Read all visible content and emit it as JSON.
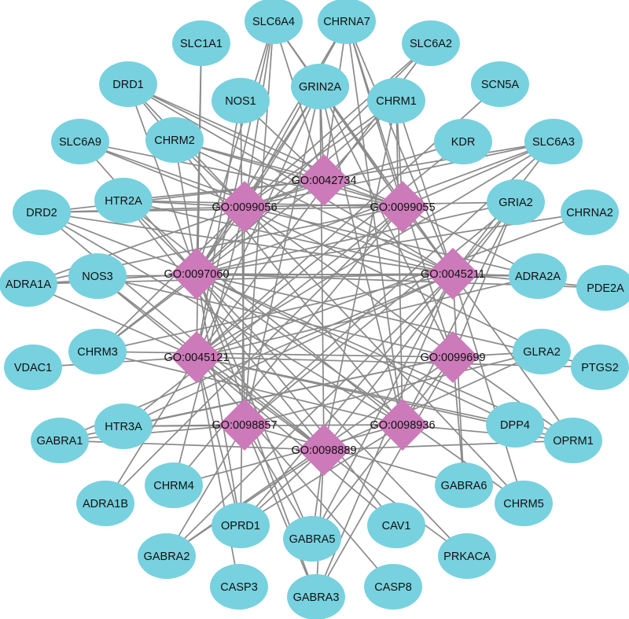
{
  "colors": {
    "gene_fill": "#78d1de",
    "go_fill": "#cc7ab9",
    "edge": "#8a8a8a",
    "label": "#111111"
  },
  "genes": [
    {
      "id": "SLC6A4",
      "label": "SLC6A4"
    },
    {
      "id": "CHRNA7",
      "label": "CHRNA7"
    },
    {
      "id": "SLC1A1",
      "label": "SLC1A1"
    },
    {
      "id": "SLC6A2",
      "label": "SLC6A2"
    },
    {
      "id": "DRD1",
      "label": "DRD1"
    },
    {
      "id": "GRIN2A",
      "label": "GRIN2A"
    },
    {
      "id": "NOS1",
      "label": "NOS1"
    },
    {
      "id": "CHRM1",
      "label": "CHRM1"
    },
    {
      "id": "SCN5A",
      "label": "SCN5A"
    },
    {
      "id": "SLC6A9",
      "label": "SLC6A9"
    },
    {
      "id": "CHRM2",
      "label": "CHRM2"
    },
    {
      "id": "KDR",
      "label": "KDR"
    },
    {
      "id": "SLC6A3",
      "label": "SLC6A3"
    },
    {
      "id": "DRD2",
      "label": "DRD2"
    },
    {
      "id": "HTR2A",
      "label": "HTR2A"
    },
    {
      "id": "GRIA2",
      "label": "GRIA2"
    },
    {
      "id": "CHRNA2",
      "label": "CHRNA2"
    },
    {
      "id": "ADRA1A",
      "label": "ADRA1A"
    },
    {
      "id": "NOS3",
      "label": "NOS3"
    },
    {
      "id": "ADRA2A",
      "label": "ADRA2A"
    },
    {
      "id": "PDE2A",
      "label": "PDE2A"
    },
    {
      "id": "VDAC1",
      "label": "VDAC1"
    },
    {
      "id": "CHRM3",
      "label": "CHRM3"
    },
    {
      "id": "GLRA2",
      "label": "GLRA2"
    },
    {
      "id": "PTGS2",
      "label": "PTGS2"
    },
    {
      "id": "GABRA1",
      "label": "GABRA1"
    },
    {
      "id": "HTR3A",
      "label": "HTR3A"
    },
    {
      "id": "DPP4",
      "label": "DPP4"
    },
    {
      "id": "OPRM1",
      "label": "OPRM1"
    },
    {
      "id": "ADRA1B",
      "label": "ADRA1B"
    },
    {
      "id": "CHRM4",
      "label": "CHRM4"
    },
    {
      "id": "GABRA6",
      "label": "GABRA6"
    },
    {
      "id": "CHRM5",
      "label": "CHRM5"
    },
    {
      "id": "OPRD1",
      "label": "OPRD1"
    },
    {
      "id": "CAV1",
      "label": "CAV1"
    },
    {
      "id": "GABRA5",
      "label": "GABRA5"
    },
    {
      "id": "PRKACA",
      "label": "PRKACA"
    },
    {
      "id": "GABRA2",
      "label": "GABRA2"
    },
    {
      "id": "CASP3",
      "label": "CASP3"
    },
    {
      "id": "CASP8",
      "label": "CASP8"
    },
    {
      "id": "GABRA3",
      "label": "GABRA3"
    }
  ],
  "go_terms": [
    {
      "id": "GO:0042734",
      "label": "GO:0042734"
    },
    {
      "id": "GO:0099056",
      "label": "GO:0099056"
    },
    {
      "id": "GO:0099055",
      "label": "GO:0099055"
    },
    {
      "id": "GO:0097060",
      "label": "GO:0097060"
    },
    {
      "id": "GO:0045211",
      "label": "GO:0045211"
    },
    {
      "id": "GO:0045121",
      "label": "GO:0045121"
    },
    {
      "id": "GO:0099699",
      "label": "GO:0099699"
    },
    {
      "id": "GO:0098857",
      "label": "GO:0098857"
    },
    {
      "id": "GO:0098936",
      "label": "GO:0098936"
    },
    {
      "id": "GO:0098889",
      "label": "GO:0098889"
    }
  ],
  "edges": [
    [
      "SLC6A4",
      "GO:0042734"
    ],
    [
      "SLC6A4",
      "GO:0099056"
    ],
    [
      "SLC6A4",
      "GO:0099055"
    ],
    [
      "SLC6A4",
      "GO:0097060"
    ],
    [
      "SLC6A4",
      "GO:0045211"
    ],
    [
      "SLC6A4",
      "GO:0045121"
    ],
    [
      "SLC6A4",
      "GO:0098857"
    ],
    [
      "CHRNA7",
      "GO:0042734"
    ],
    [
      "CHRNA7",
      "GO:0099056"
    ],
    [
      "CHRNA7",
      "GO:0099055"
    ],
    [
      "CHRNA7",
      "GO:0097060"
    ],
    [
      "CHRNA7",
      "GO:0045211"
    ],
    [
      "CHRNA7",
      "GO:0099699"
    ],
    [
      "CHRNA7",
      "GO:0098936"
    ],
    [
      "SLC1A1",
      "GO:0097060"
    ],
    [
      "SLC1A1",
      "GO:0045121"
    ],
    [
      "SLC6A2",
      "GO:0099056"
    ],
    [
      "SLC6A2",
      "GO:0097060"
    ],
    [
      "SLC6A2",
      "GO:0045121"
    ],
    [
      "DRD1",
      "GO:0042734"
    ],
    [
      "DRD1",
      "GO:0099056"
    ],
    [
      "DRD1",
      "GO:0099055"
    ],
    [
      "DRD1",
      "GO:0097060"
    ],
    [
      "DRD1",
      "GO:0045211"
    ],
    [
      "DRD1",
      "GO:0098936"
    ],
    [
      "GRIN2A",
      "GO:0042734"
    ],
    [
      "GRIN2A",
      "GO:0099056"
    ],
    [
      "GRIN2A",
      "GO:0099055"
    ],
    [
      "GRIN2A",
      "GO:0097060"
    ],
    [
      "GRIN2A",
      "GO:0045211"
    ],
    [
      "GRIN2A",
      "GO:0045121"
    ],
    [
      "GRIN2A",
      "GO:0099699"
    ],
    [
      "GRIN2A",
      "GO:0098857"
    ],
    [
      "GRIN2A",
      "GO:0098936"
    ],
    [
      "GRIN2A",
      "GO:0098889"
    ],
    [
      "NOS1",
      "GO:0042734"
    ],
    [
      "NOS1",
      "GO:0045121"
    ],
    [
      "NOS1",
      "GO:0098857"
    ],
    [
      "CHRM1",
      "GO:0042734"
    ],
    [
      "CHRM1",
      "GO:0099056"
    ],
    [
      "CHRM1",
      "GO:0099055"
    ],
    [
      "CHRM1",
      "GO:0097060"
    ],
    [
      "CHRM1",
      "GO:0045211"
    ],
    [
      "CHRM1",
      "GO:0098936"
    ],
    [
      "CHRM1",
      "GO:0098889"
    ],
    [
      "SCN5A",
      "GO:0045121"
    ],
    [
      "SLC6A9",
      "GO:0099056"
    ],
    [
      "SLC6A9",
      "GO:0099055"
    ],
    [
      "SLC6A9",
      "GO:0097060"
    ],
    [
      "SLC6A9",
      "GO:0045211"
    ],
    [
      "CHRM2",
      "GO:0042734"
    ],
    [
      "CHRM2",
      "GO:0099056"
    ],
    [
      "CHRM2",
      "GO:0099055"
    ],
    [
      "CHRM2",
      "GO:0097060"
    ],
    [
      "CHRM2",
      "GO:0045211"
    ],
    [
      "KDR",
      "GO:0045121"
    ],
    [
      "KDR",
      "GO:0099056"
    ],
    [
      "SLC6A3",
      "GO:0099056"
    ],
    [
      "SLC6A3",
      "GO:0099055"
    ],
    [
      "SLC6A3",
      "GO:0097060"
    ],
    [
      "SLC6A3",
      "GO:0045211"
    ],
    [
      "SLC6A3",
      "GO:0045121"
    ],
    [
      "SLC6A3",
      "GO:0098857"
    ],
    [
      "SLC6A3",
      "GO:0042734"
    ],
    [
      "DRD2",
      "GO:0042734"
    ],
    [
      "DRD2",
      "GO:0099056"
    ],
    [
      "DRD2",
      "GO:0099055"
    ],
    [
      "DRD2",
      "GO:0097060"
    ],
    [
      "DRD2",
      "GO:0045211"
    ],
    [
      "DRD2",
      "GO:0098936"
    ],
    [
      "DRD2",
      "GO:0098889"
    ],
    [
      "HTR2A",
      "GO:0042734"
    ],
    [
      "HTR2A",
      "GO:0099056"
    ],
    [
      "HTR2A",
      "GO:0099055"
    ],
    [
      "HTR2A",
      "GO:0097060"
    ],
    [
      "HTR2A",
      "GO:0045211"
    ],
    [
      "HTR2A",
      "GO:0098936"
    ],
    [
      "HTR2A",
      "GO:0098889"
    ],
    [
      "GRIA2",
      "GO:0099056"
    ],
    [
      "GRIA2",
      "GO:0097060"
    ],
    [
      "GRIA2",
      "GO:0045211"
    ],
    [
      "GRIA2",
      "GO:0099699"
    ],
    [
      "GRIA2",
      "GO:0098857"
    ],
    [
      "GRIA2",
      "GO:0098936"
    ],
    [
      "GRIA2",
      "GO:0098889"
    ],
    [
      "CHRNA2",
      "GO:0097060"
    ],
    [
      "CHRNA2",
      "GO:0045121"
    ],
    [
      "ADRA1A",
      "GO:0099056"
    ],
    [
      "ADRA1A",
      "GO:0099055"
    ],
    [
      "ADRA1A",
      "GO:0097060"
    ],
    [
      "ADRA1A",
      "GO:0045211"
    ],
    [
      "ADRA1A",
      "GO:0045121"
    ],
    [
      "NOS3",
      "GO:0045211"
    ],
    [
      "NOS3",
      "GO:0045121"
    ],
    [
      "NOS3",
      "GO:0098889"
    ],
    [
      "NOS3",
      "GO:0099699"
    ],
    [
      "ADRA2A",
      "GO:0099056"
    ],
    [
      "ADRA2A",
      "GO:0099055"
    ],
    [
      "ADRA2A",
      "GO:0097060"
    ],
    [
      "ADRA2A",
      "GO:0045211"
    ],
    [
      "ADRA2A",
      "GO:0045121"
    ],
    [
      "PDE2A",
      "GO:0045211"
    ],
    [
      "PDE2A",
      "GO:0097060"
    ],
    [
      "VDAC1",
      "GO:0045121"
    ],
    [
      "CHRM3",
      "GO:0042734"
    ],
    [
      "CHRM3",
      "GO:0099056"
    ],
    [
      "CHRM3",
      "GO:0097060"
    ],
    [
      "CHRM3",
      "GO:0045211"
    ],
    [
      "CHRM3",
      "GO:0099699"
    ],
    [
      "CHRM3",
      "GO:0098936"
    ],
    [
      "GLRA2",
      "GO:0099699"
    ],
    [
      "GLRA2",
      "GO:0098857"
    ],
    [
      "GLRA2",
      "GO:0098889"
    ],
    [
      "GLRA2",
      "GO:0099056"
    ],
    [
      "PTGS2",
      "GO:0097060"
    ],
    [
      "PTGS2",
      "GO:0045121"
    ],
    [
      "GABRA1",
      "GO:0099699"
    ],
    [
      "GABRA1",
      "GO:0098857"
    ],
    [
      "GABRA1",
      "GO:0098889"
    ],
    [
      "GABRA1",
      "GO:0045211"
    ],
    [
      "HTR3A",
      "GO:0099699"
    ],
    [
      "HTR3A",
      "GO:0098857"
    ],
    [
      "HTR3A",
      "GO:0098936"
    ],
    [
      "HTR3A",
      "GO:0045211"
    ],
    [
      "HTR3A",
      "GO:0099055"
    ],
    [
      "DPP4",
      "GO:0045121"
    ],
    [
      "DPP4",
      "GO:0097060"
    ],
    [
      "OPRM1",
      "GO:0099056"
    ],
    [
      "OPRM1",
      "GO:0097060"
    ],
    [
      "OPRM1",
      "GO:0045211"
    ],
    [
      "OPRM1",
      "GO:0045121"
    ],
    [
      "OPRM1",
      "GO:0098936"
    ],
    [
      "OPRM1",
      "GO:0098889"
    ],
    [
      "ADRA1B",
      "GO:0045121"
    ],
    [
      "ADRA1B",
      "GO:0099055"
    ],
    [
      "CHRM4",
      "GO:0099056"
    ],
    [
      "CHRM4",
      "GO:0099055"
    ],
    [
      "CHRM4",
      "GO:0098936"
    ],
    [
      "GABRA6",
      "GO:0099699"
    ],
    [
      "GABRA6",
      "GO:0098857"
    ],
    [
      "GABRA6",
      "GO:0045211"
    ],
    [
      "CHRM5",
      "GO:0099056"
    ],
    [
      "CHRM5",
      "GO:0097060"
    ],
    [
      "CHRM5",
      "GO:0045211"
    ],
    [
      "OPRD1",
      "GO:0099056"
    ],
    [
      "OPRD1",
      "GO:0097060"
    ],
    [
      "OPRD1",
      "GO:0045211"
    ],
    [
      "OPRD1",
      "GO:0045121"
    ],
    [
      "OPRD1",
      "GO:0098936"
    ],
    [
      "OPRD1",
      "GO:0098889"
    ],
    [
      "CAV1",
      "GO:0045121"
    ],
    [
      "CAV1",
      "GO:0097060"
    ],
    [
      "GABRA5",
      "GO:0099699"
    ],
    [
      "GABRA5",
      "GO:0098857"
    ],
    [
      "GABRA5",
      "GO:0098889"
    ],
    [
      "GABRA5",
      "GO:0045211"
    ],
    [
      "GABRA5",
      "GO:0097060"
    ],
    [
      "PRKACA",
      "GO:0045121"
    ],
    [
      "PRKACA",
      "GO:0097060"
    ],
    [
      "GABRA2",
      "GO:0099699"
    ],
    [
      "GABRA2",
      "GO:0098857"
    ],
    [
      "GABRA2",
      "GO:0098889"
    ],
    [
      "GABRA2",
      "GO:0045211"
    ],
    [
      "CASP3",
      "GO:0045121"
    ],
    [
      "CASP8",
      "GO:0045121"
    ],
    [
      "GABRA3",
      "GO:0099699"
    ],
    [
      "GABRA3",
      "GO:0098857"
    ],
    [
      "GABRA3",
      "GO:0098889"
    ],
    [
      "GABRA3",
      "GO:0045211"
    ],
    [
      "GABRA3",
      "GO:0097060"
    ],
    [
      "GO:0042734",
      "GO:0099056"
    ],
    [
      "GO:0042734",
      "GO:0099055"
    ],
    [
      "GO:0099056",
      "GO:0097060"
    ],
    [
      "GO:0099055",
      "GO:0045211"
    ]
  ]
}
